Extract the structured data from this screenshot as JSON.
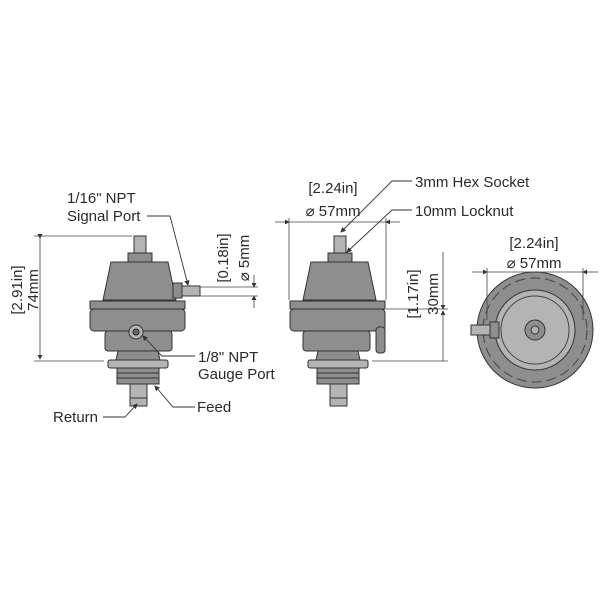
{
  "views": {
    "side": {
      "signal_port": {
        "line1": "1/16\" NPT",
        "line2": "Signal Port"
      },
      "height_dim": {
        "inch": "[2.91in]",
        "mm": "74mm"
      },
      "port_dim": {
        "inch": "[0.18in]",
        "mm": "⌀ 5mm"
      },
      "gauge_port": {
        "line1": "1/8\" NPT",
        "line2": "Gauge Port"
      },
      "return_label": "Return",
      "feed_label": "Feed"
    },
    "front": {
      "width_dim": {
        "inch": "[2.24in]",
        "mm": "⌀ 57mm"
      },
      "hex_socket": "3mm Hex Socket",
      "locknut": "10mm Locknut",
      "height_dim": {
        "inch": "[1.17in]",
        "mm": "30mm"
      }
    },
    "top": {
      "width_dim": {
        "inch": "[2.24in]",
        "mm": "⌀ 57mm"
      }
    }
  }
}
